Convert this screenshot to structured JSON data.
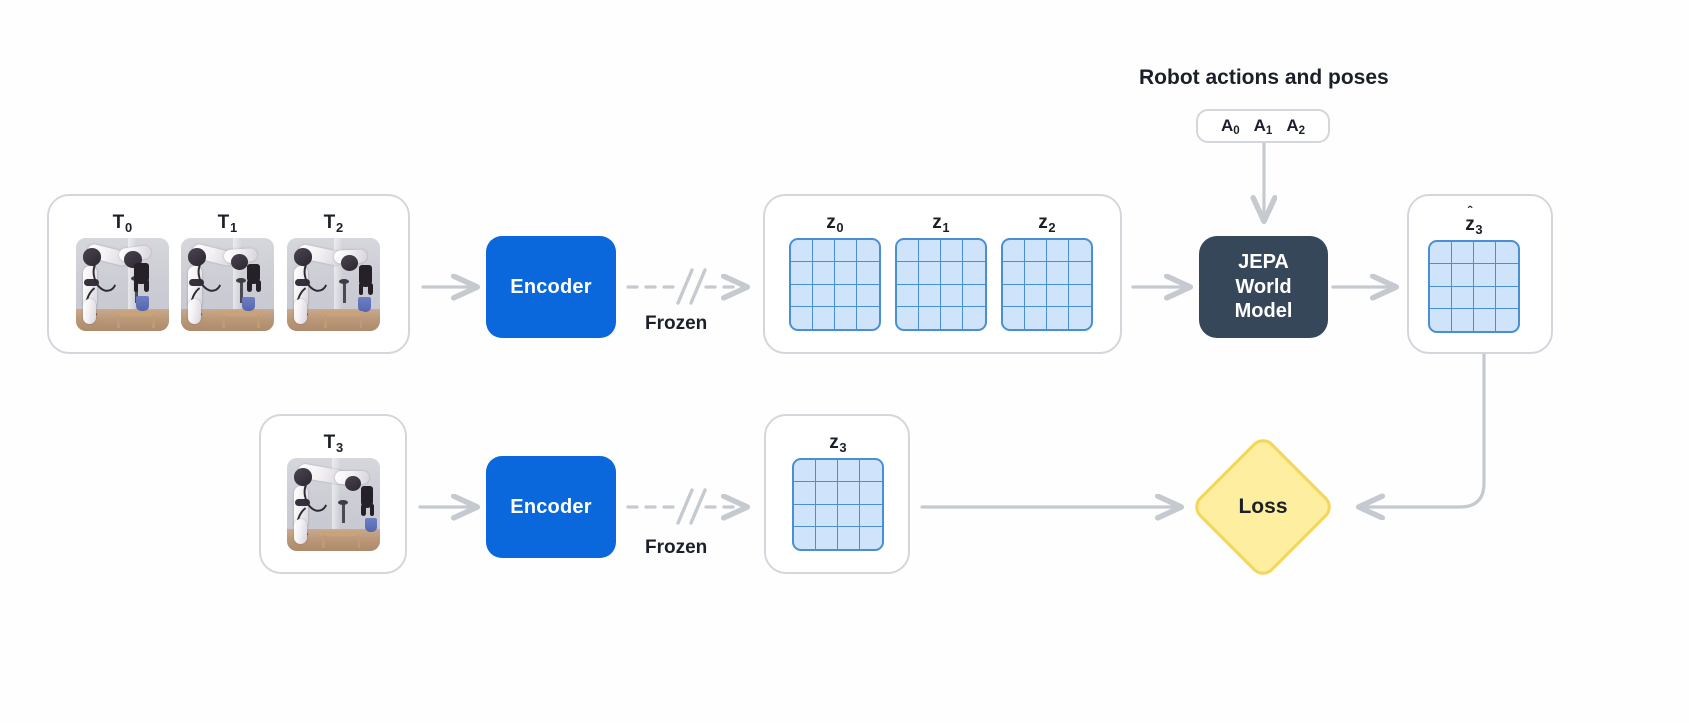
{
  "diagram": {
    "title_text": "Robot actions and poses",
    "background": "#fefefe",
    "colors": {
      "encoder_blue": "#0a68dc",
      "world_model_slate": "#37475a",
      "loss_yellow": "#fdeea0",
      "loss_border": "#f4d658",
      "grid_fill": "#cfe4fb",
      "grid_stroke": "#4a8fd4",
      "panel_border": "#d3d7dc",
      "arrow_grey": "#c5cad1",
      "text_dark": "#1b2028"
    }
  },
  "context_frames": {
    "panel_name": "context-frames-panel",
    "frames": [
      {
        "label_base": "T",
        "label_sub": "0",
        "alt": "robot-arm-frame-t0"
      },
      {
        "label_base": "T",
        "label_sub": "1",
        "alt": "robot-arm-frame-t1"
      },
      {
        "label_base": "T",
        "label_sub": "2",
        "alt": "robot-arm-frame-t2"
      }
    ]
  },
  "target_frame": {
    "panel_name": "target-frame-panel",
    "frames": [
      {
        "label_base": "T",
        "label_sub": "3",
        "alt": "robot-arm-frame-t3"
      }
    ]
  },
  "encoders": [
    {
      "label": "Encoder",
      "frozen_label": "Frozen",
      "row": "top"
    },
    {
      "label": "Encoder",
      "frozen_label": "Frozen",
      "row": "bottom"
    }
  ],
  "context_latents": {
    "panel_name": "context-latents-panel",
    "grids": [
      {
        "label_base": "z",
        "label_sub": "0",
        "hat": false,
        "rows": 4,
        "cols": 4
      },
      {
        "label_base": "z",
        "label_sub": "1",
        "hat": false,
        "rows": 4,
        "cols": 4
      },
      {
        "label_base": "z",
        "label_sub": "2",
        "hat": false,
        "rows": 4,
        "cols": 4
      }
    ]
  },
  "target_latent": {
    "panel_name": "target-latent-panel",
    "grids": [
      {
        "label_base": "z",
        "label_sub": "3",
        "hat": false,
        "rows": 4,
        "cols": 4
      }
    ]
  },
  "predicted_latent": {
    "panel_name": "predicted-latent-panel",
    "grids": [
      {
        "label_base": "z",
        "label_sub": "3",
        "hat": true,
        "rows": 4,
        "cols": 4
      }
    ]
  },
  "actions": {
    "title": "Robot actions and poses",
    "tokens": [
      {
        "base": "A",
        "sub": "0"
      },
      {
        "base": "A",
        "sub": "1"
      },
      {
        "base": "A",
        "sub": "2"
      }
    ]
  },
  "world_model": {
    "line1": "JEPA",
    "line2": "World",
    "line3": "Model"
  },
  "loss": {
    "label": "Loss"
  }
}
